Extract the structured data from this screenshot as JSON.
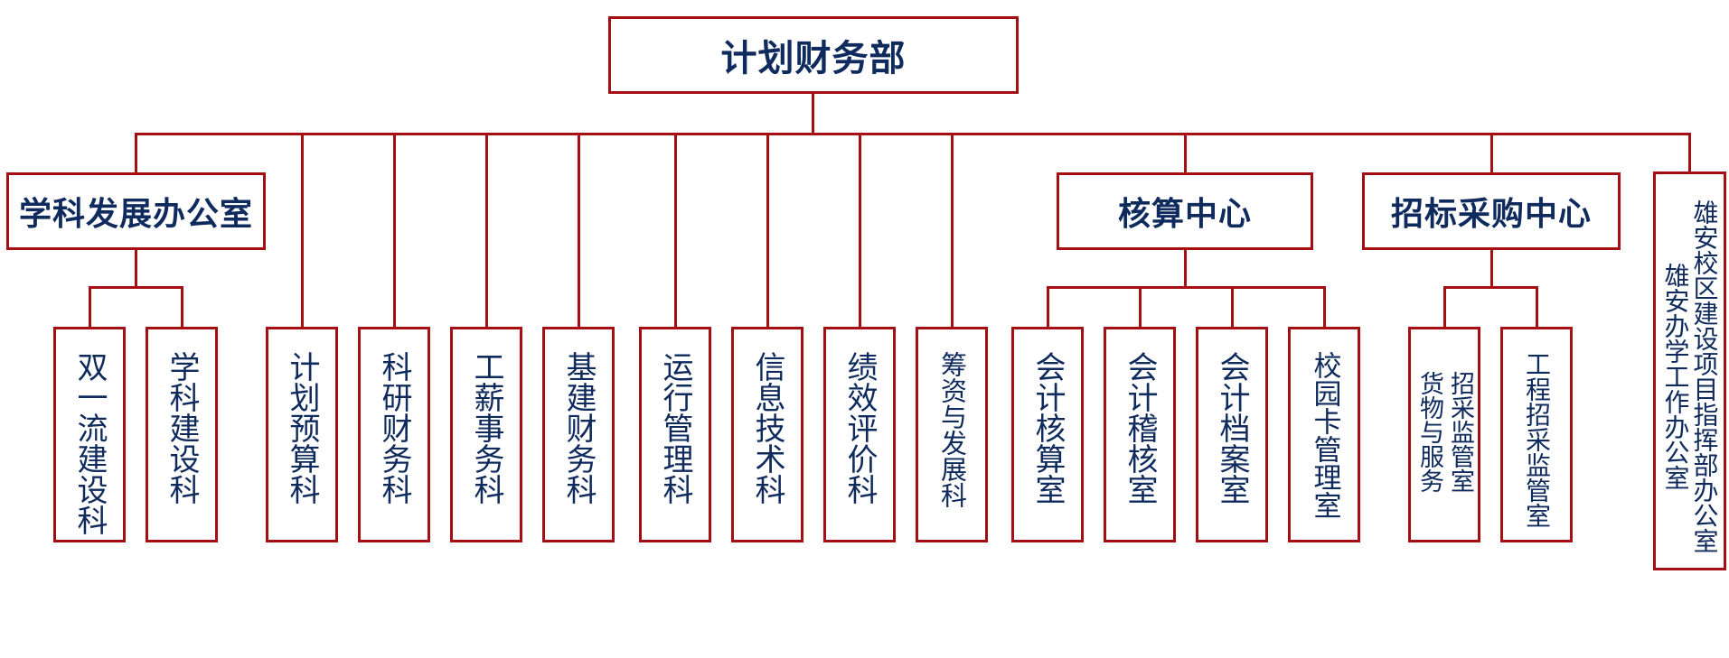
{
  "root": {
    "label": "计划财务部"
  },
  "groups": {
    "xueke": {
      "label": "学科发展办公室",
      "children": [
        "双一流建设科",
        "学科建设科"
      ]
    },
    "hesuan": {
      "label": "核算中心",
      "children": [
        "会计核算室",
        "会计稽核室",
        "会计档案室",
        "校园卡管理室"
      ]
    },
    "zhaobiao": {
      "label": "招标采购中心",
      "children_two_line": {
        "line1": "招采监管室",
        "line2": "货物与服务"
      },
      "child2": "工程招采监管室"
    }
  },
  "direct_units": [
    "计划预算科",
    "科研财务科",
    "工薪事务科",
    "基建财务科",
    "运行管理科",
    "信息技术科",
    "绩效评价科",
    "筹资与发展科"
  ],
  "xiongan": {
    "line1": "雄安校区建设项目指挥部办公室",
    "line2": "雄安办学工作办公室"
  },
  "colors": {
    "border": "#a50f14",
    "text": "#0f2a5c"
  }
}
